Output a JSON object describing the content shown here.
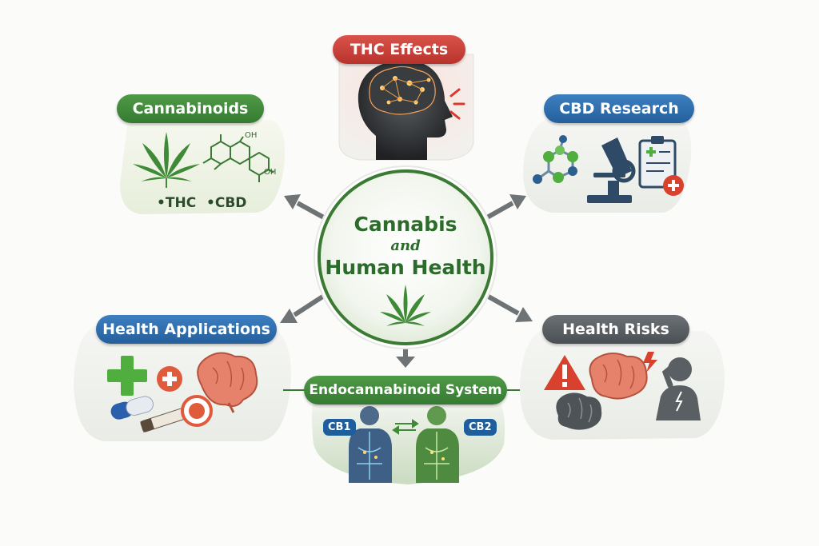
{
  "center": {
    "line1": "Cannabis",
    "line2": "and",
    "line3": "Human Health"
  },
  "nodes": {
    "thc_effects": {
      "label": "THC Effects",
      "color": "#c9403a"
    },
    "cannabinoids": {
      "label": "Cannabinoids",
      "color": "#3e8a3a",
      "items": [
        "•THC",
        "•CBD"
      ],
      "chem_labels": [
        "OH",
        "OH"
      ]
    },
    "cbd_research": {
      "label": "CBD Research",
      "color": "#2f6fae"
    },
    "health_applications": {
      "label": "Health Applications",
      "color": "#2f6fae"
    },
    "endocannabinoid": {
      "label": "Endocannabinoid System",
      "color": "#3e8a3a",
      "receptors": [
        "CB1",
        "CB2"
      ]
    },
    "health_risks": {
      "label": "Health Risks",
      "color": "#5a5f63"
    }
  }
}
